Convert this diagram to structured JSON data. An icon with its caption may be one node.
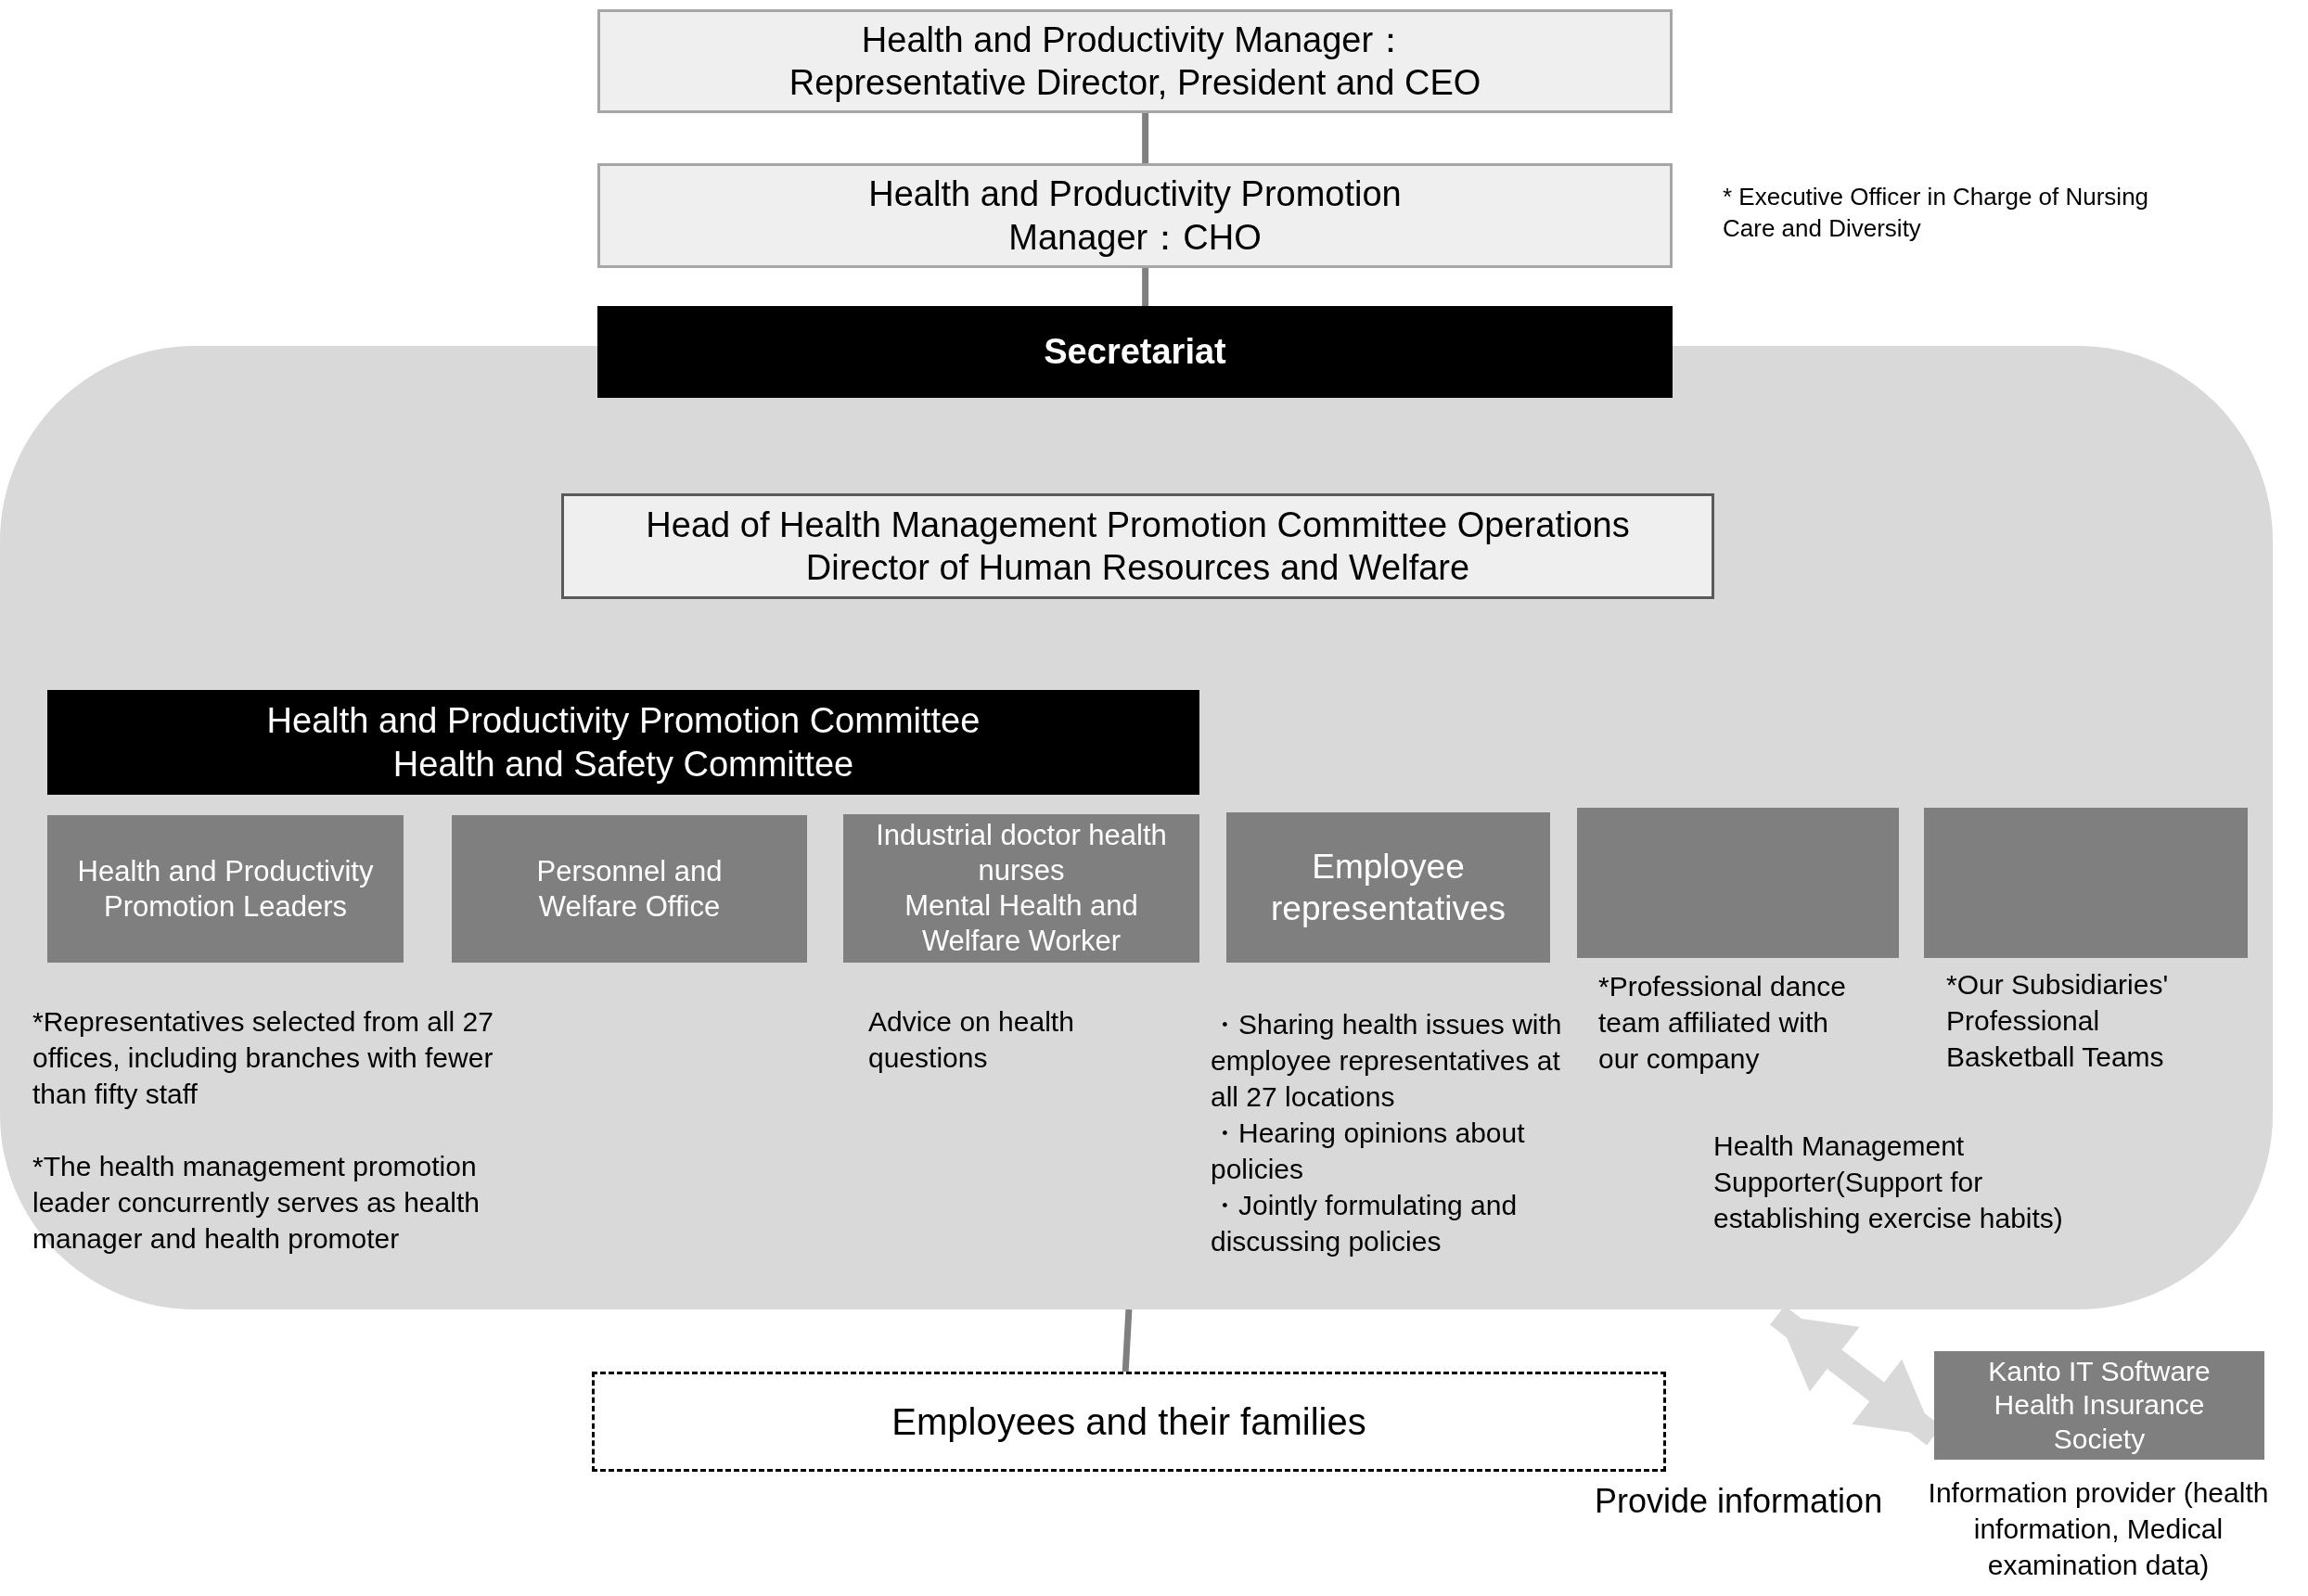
{
  "diagram": {
    "nodes": [
      {
        "text": [
          "Health and Productivity Manager：",
          "Representative Director, President and CEO"
        ]
      },
      {
        "text": [
          "Health and Productivity Promotion Manager：CHO"
        ],
        "beside": [
          "* Executive Officer in Charge of Nursing Care and Diversity"
        ]
      },
      {
        "text": [
          "Secretariat"
        ]
      },
      {
        "text": [],
        "shape": "box"
      },
      {
        "text": [
          "Head of Health Management Promotion Committee Operations",
          "Director of Human Resources and Welfare"
        ],
        "in": 3
      },
      {
        "text": [
          "Health and Productivity Promotion Committee",
          "Health and Safety Committee"
        ],
        "in": 3
      },
      {
        "text": [
          "Health and Productivity Promotion Leaders"
        ],
        "in": 3,
        "beside": [
          "*Representatives selected from all 27 offices, including branches with fewer than fifty staff",
          "*The health management promotion leader concurrently serves as health manager and health promoter"
        ]
      },
      {
        "text": [
          "Personnel and Welfare Office"
        ],
        "in": 3
      },
      {
        "text": [
          "Industrial doctor health nurses",
          "Mental Health and Welfare Worker"
        ],
        "in": 3,
        "beside": [
          "Advice on health questions"
        ]
      },
      {
        "text": [
          "Employee representatives"
        ],
        "in": 3,
        "beside": [
          "・Sharing health issues with employee representatives at all 27 locations",
          "・Hearing opinions about policies",
          "・Jointly formulating and discussing policies"
        ]
      },
      {
        "text": [],
        "shape": "box",
        "in": 3,
        "beside": [
          "*Professional dance team affiliated with our company"
        ]
      },
      {
        "text": [],
        "shape": "box",
        "in": 3,
        "beside": [
          "*Our Subsidiaries' Professional Basketball Teams"
        ]
      },
      {
        "text": [
          "Employees and their families"
        ]
      },
      {
        "text": [
          "Kanto IT Software Health Insurance Society"
        ],
        "beside": [
          "Information provider (health information, Medical examination data)"
        ]
      }
    ],
    "edges": [
      {
        "from": 0,
        "to": 1,
        "arrow": "none"
      },
      {
        "from": 1,
        "to": 2,
        "arrow": "none"
      },
      {
        "from": 3,
        "to": 12,
        "arrow": "none"
      },
      {
        "from": 3,
        "to": 13,
        "arrow": "both",
        "label": "Provide information",
        "style": "thick",
        "color": "#d9d9d9"
      }
    ],
    "labels": [
      "Health Management Supporter(Support for establishing exercise habits)"
    ]
  }
}
